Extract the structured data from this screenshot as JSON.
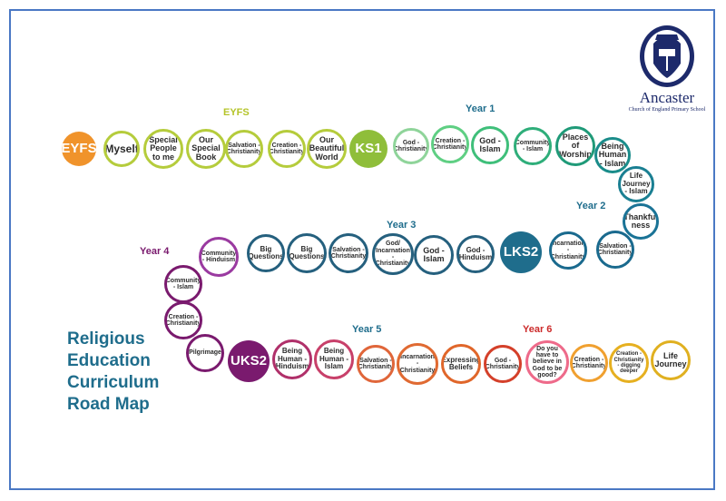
{
  "school": {
    "name": "Ancaster",
    "subtitle": "Church of England Primary School"
  },
  "title": [
    "Religious",
    "Education",
    "Curriculum",
    "Road Map"
  ],
  "year_labels": [
    {
      "text": "EYFS",
      "color": "#b5c42a"
    },
    {
      "text": "Year 1",
      "color": "#1f6d8c"
    },
    {
      "text": "Year 2",
      "color": "#1f6d8c"
    },
    {
      "text": "Year 3",
      "color": "#1f6d8c"
    },
    {
      "text": "Year 4",
      "color": "#7a1a6e"
    },
    {
      "text": "Year 5",
      "color": "#1f6d8c"
    },
    {
      "text": "Year 6",
      "color": "#cc2b2b"
    }
  ],
  "nodes": [
    {
      "label": "EYFS",
      "stage": true,
      "color": "#f0932b"
    },
    {
      "label": "Myself",
      "color": "#b5cc3c"
    },
    {
      "label": "Special People to me",
      "color": "#b5cc3c"
    },
    {
      "label": "Our Special Book",
      "color": "#b5cc3c"
    },
    {
      "label": "Salvation - Christianity",
      "color": "#b5cc3c"
    },
    {
      "label": "Creation - Christianity",
      "color": "#b5cc3c"
    },
    {
      "label": "Our Beautiful World",
      "color": "#b5cc3c"
    },
    {
      "label": "KS1",
      "stage": true,
      "color": "#8fbe3a"
    },
    {
      "label": "God - Christianity",
      "color": "#8fd49a"
    },
    {
      "label": "Creation - Christianity",
      "color": "#5fcf83"
    },
    {
      "label": "God - Islam",
      "color": "#3fbf7a"
    },
    {
      "label": "Community - Islam",
      "color": "#2fae7a"
    },
    {
      "label": "Places of Worship",
      "color": "#1f9a78"
    },
    {
      "label": "Being Human - Islam",
      "color": "#1a8c8a"
    },
    {
      "label": "Life Journey - Islam",
      "color": "#1a7f92"
    },
    {
      "label": "Thankful ness",
      "color": "#1a7396"
    },
    {
      "label": "Salvation - Christianity",
      "color": "#1a6a8e"
    },
    {
      "label": "Incarnation - Christianity",
      "color": "#1a6a8e"
    },
    {
      "label": "LKS2",
      "stage": true,
      "color": "#1f6d8c"
    },
    {
      "label": "God - Hinduism",
      "color": "#25607e"
    },
    {
      "label": "God - Islam",
      "color": "#25607e"
    },
    {
      "label": "God/ Incarnation - Christianity",
      "color": "#25607e"
    },
    {
      "label": "Salvation - Christianity",
      "color": "#25607e"
    },
    {
      "label": "Big Questions",
      "color": "#25607e"
    },
    {
      "label": "Big Questions",
      "color": "#25607e"
    },
    {
      "label": "Community - Hinduism",
      "color": "#9a3aa0"
    },
    {
      "label": "Community - Islam",
      "color": "#7a1a6e"
    },
    {
      "label": "Creation - Christianity",
      "color": "#7a1a6e"
    },
    {
      "label": "Pilgrimage",
      "color": "#7a1a6e"
    },
    {
      "label": "UKS2",
      "stage": true,
      "color": "#7a1a6e"
    },
    {
      "label": "Being Human - Hinduism",
      "color": "#b0306a"
    },
    {
      "label": "Being Human - Islam",
      "color": "#c8406a"
    },
    {
      "label": "Salvation - Christianity",
      "color": "#e0663a"
    },
    {
      "label": "Incarnation - Christianity",
      "color": "#e06a32"
    },
    {
      "label": "Expressing Beliefs",
      "color": "#e0662a"
    },
    {
      "label": "God - Christianity",
      "color": "#d4402a"
    },
    {
      "label": "Do you have to believe in God to be good?",
      "color": "#ee6a8a"
    },
    {
      "label": "Creation - Christianity",
      "color": "#f0a030"
    },
    {
      "label": "Creation - Christianity - digging deeper",
      "color": "#e6b020"
    },
    {
      "label": "Life Journey",
      "color": "#e0b020"
    }
  ]
}
